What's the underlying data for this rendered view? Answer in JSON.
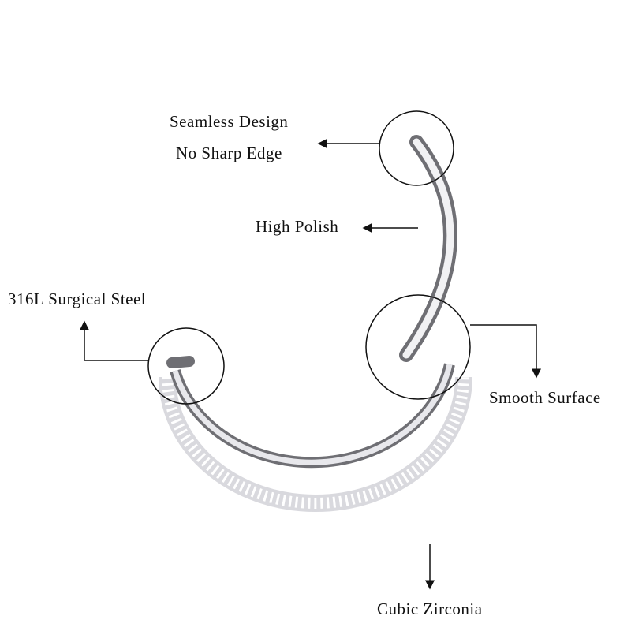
{
  "labels": {
    "seamless": "Seamless Design",
    "sharp_edge": "No Sharp Edge",
    "polish": "High Polish",
    "steel": "316L Surgical Steel",
    "smooth": "Smooth Surface",
    "zirconia": "Cubic Zirconia"
  },
  "colors": {
    "metal": "#c8c8cc",
    "metal_dark": "#6f6f74",
    "line": "#111111"
  }
}
